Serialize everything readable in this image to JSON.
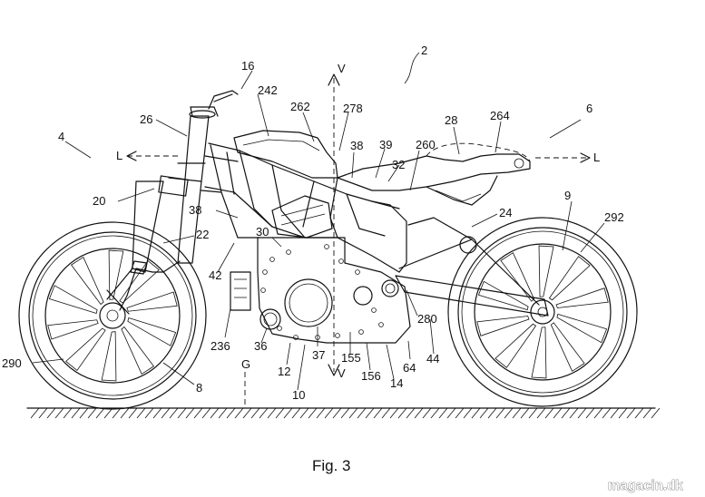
{
  "figure": {
    "caption": "Fig. 3"
  },
  "watermark": {
    "text": "magacin.dk"
  },
  "labels": [
    {
      "id": "16",
      "text": "16"
    },
    {
      "id": "242",
      "text": "242"
    },
    {
      "id": "2",
      "text": "2"
    },
    {
      "id": "262",
      "text": "262"
    },
    {
      "id": "v-top",
      "text": "V"
    },
    {
      "id": "278",
      "text": "278"
    },
    {
      "id": "26",
      "text": "26"
    },
    {
      "id": "28",
      "text": "28"
    },
    {
      "id": "264",
      "text": "264"
    },
    {
      "id": "6",
      "text": "6"
    },
    {
      "id": "4",
      "text": "4"
    },
    {
      "id": "38a",
      "text": "38"
    },
    {
      "id": "39",
      "text": "39"
    },
    {
      "id": "260",
      "text": "260"
    },
    {
      "id": "l-left",
      "text": "L"
    },
    {
      "id": "32",
      "text": "32"
    },
    {
      "id": "l-right",
      "text": "L"
    },
    {
      "id": "20",
      "text": "20"
    },
    {
      "id": "24",
      "text": "24"
    },
    {
      "id": "9",
      "text": "9"
    },
    {
      "id": "38b",
      "text": "38"
    },
    {
      "id": "292",
      "text": "292"
    },
    {
      "id": "22",
      "text": "22"
    },
    {
      "id": "30",
      "text": "30"
    },
    {
      "id": "42",
      "text": "42"
    },
    {
      "id": "280",
      "text": "280"
    },
    {
      "id": "236",
      "text": "236"
    },
    {
      "id": "36",
      "text": "36"
    },
    {
      "id": "37",
      "text": "37"
    },
    {
      "id": "155",
      "text": "155"
    },
    {
      "id": "64",
      "text": "64"
    },
    {
      "id": "44",
      "text": "44"
    },
    {
      "id": "290",
      "text": "290"
    },
    {
      "id": "12",
      "text": "12"
    },
    {
      "id": "v-bottom",
      "text": "V"
    },
    {
      "id": "156",
      "text": "156"
    },
    {
      "id": "14",
      "text": "14"
    },
    {
      "id": "8",
      "text": "8"
    },
    {
      "id": "G",
      "text": "G"
    },
    {
      "id": "10",
      "text": "10"
    }
  ]
}
